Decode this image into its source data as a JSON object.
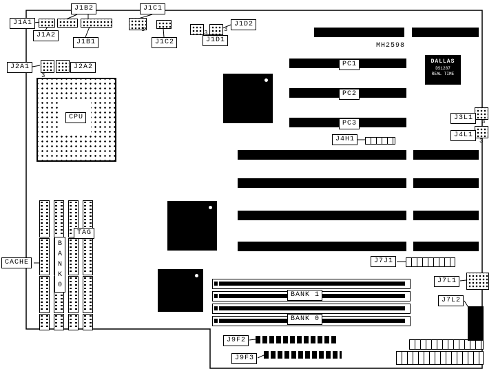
{
  "labels": {
    "j1a1": "J1A1",
    "j1a2": "J1A2",
    "j1b1": "J1B1",
    "j1b2": "J1B2",
    "j1c1": "J1C1",
    "j1c2": "J1C2",
    "j1d1": "J1D1",
    "j1d2": "J1D2",
    "j2a1": "J2A1",
    "j2a2": "J2A2",
    "j3l1": "J3L1",
    "j4l1": "J4L1",
    "j4h1": "J4H1",
    "j7j1": "J7J1",
    "j7l1": "J7L1",
    "j7l2": "J7L2",
    "j9f2": "J9F2",
    "j9f3": "J9F3",
    "cpu": "CPU",
    "cache": "CACHE",
    "tag": "TAG",
    "cache_bank": "BANK0",
    "simm_bank1": "BANK 1",
    "simm_bank0": "BANK 0",
    "pc1": "PC1",
    "pc2": "PC2",
    "pc3": "PC3",
    "board_id": "MH2598"
  },
  "dallas_chip": {
    "line1": "DALLAS",
    "line2": "DS1287",
    "line3": "REAL TIME"
  },
  "markers": {
    "pin3": "3"
  },
  "colors": {
    "ink": "#000000",
    "bg": "#ffffff"
  }
}
